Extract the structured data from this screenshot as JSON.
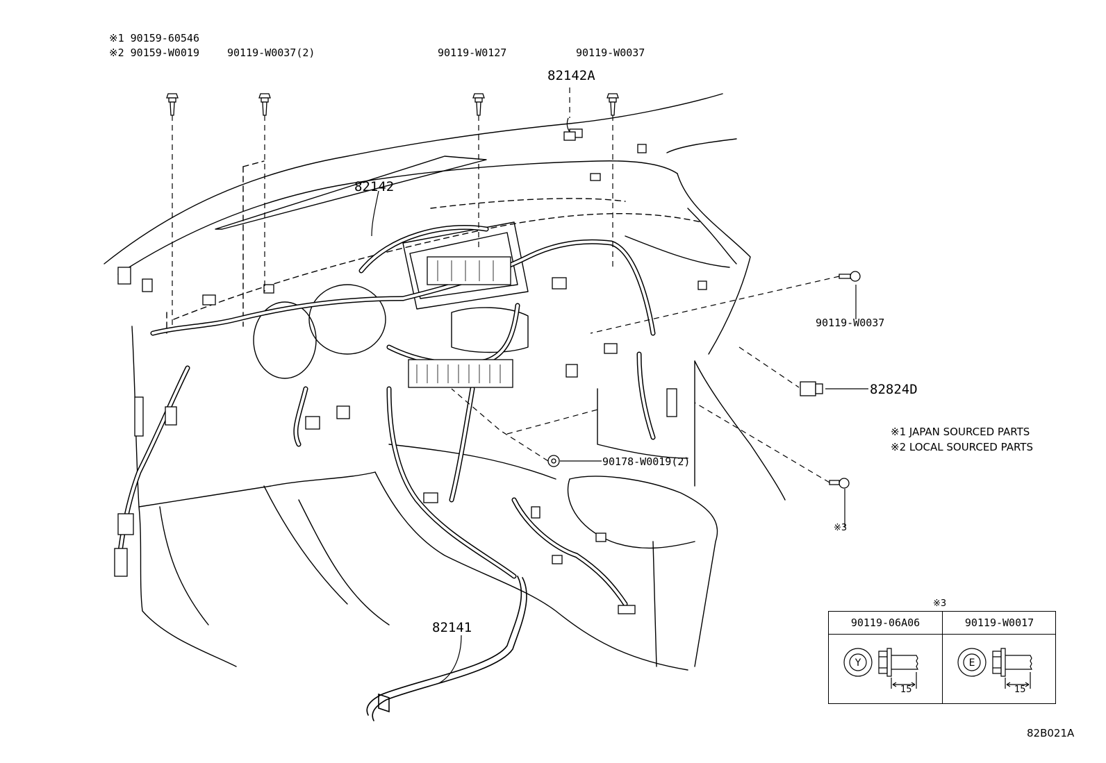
{
  "labels": {
    "note_ref1_part": "※1 90159-60546",
    "note_ref2_part": "※2 90159-W0019",
    "bolt_left": "90119-W0037(2)",
    "bolt_center": "90119-W0127",
    "bolt_right": "90119-W0037",
    "harness_top": "82142A",
    "harness_main": "82142",
    "bolt_side": "90119-W0037",
    "relay": "82824D",
    "clip": "90178-W0019(2)",
    "harness_floor": "82141",
    "ref3_marker": "※3"
  },
  "notes": {
    "japan": "※1 JAPAN SOURCED PARTS",
    "local": "※2 LOCAL SOURCED PARTS"
  },
  "spec_table": {
    "caption": "※3",
    "columns": [
      {
        "part": "90119-06A06",
        "mark": "Y",
        "length": "15"
      },
      {
        "part": "90119-W0017",
        "mark": "E",
        "length": "15"
      }
    ]
  },
  "diagram_code": "82B021A"
}
